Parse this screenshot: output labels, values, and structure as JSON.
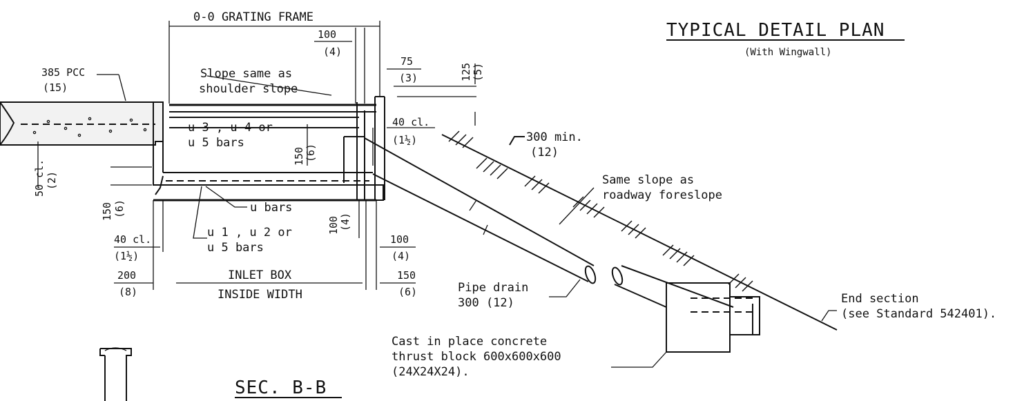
{
  "title": "TYPICAL DETAIL PLAN",
  "subtitle": "(With Wingwall)",
  "section_label": "SEC. B-B",
  "labels": {
    "grating_frame": "0-0 GRATING FRAME",
    "dim_100_top": "100",
    "dim_4_top": "(4)",
    "dim_75": "75",
    "dim_3": "(3)",
    "dim_125": "125",
    "dim_5": "(5)",
    "pcc_385": "385 PCC",
    "pcc_15": "(15)",
    "slope_same_1": "Slope same as",
    "slope_same_2": "shoulder slope",
    "u_bars_upper_1": "u 3 , u 4 or",
    "u_bars_upper_2": "u 5 bars",
    "dim_40cl_right": "40 cl.",
    "dim_1half_right": "(1½)",
    "dim_150_mid": "150",
    "dim_6_mid": "(6)",
    "dim_50cl": "50 cl.",
    "dim_2": "(2)",
    "dim_150_left": "150",
    "dim_6_left": "(6)",
    "u_bars": "u bars",
    "dim_100_mid": "100",
    "dim_4_mid": "(4)",
    "dim_40cl_left": "40 cl.",
    "dim_1half_left": "(1½)",
    "u_bars_lower_1": "u 1 , u 2 or",
    "u_bars_lower_2": "u 5 bars",
    "dim_100_right": "100",
    "dim_4_right": "(4)",
    "dim_200": "200",
    "dim_8": "(8)",
    "inlet_box": "INLET BOX",
    "inside_width": "INSIDE WIDTH",
    "dim_150_right": "150",
    "dim_6_right": "(6)",
    "min_300": "300 min.",
    "min_12": "(12)",
    "same_slope_1": "Same slope as",
    "same_slope_2": "roadway foreslope",
    "pipe_drain_1": "Pipe drain",
    "pipe_drain_2": "300 (12)",
    "end_section_1": "End section",
    "end_section_2": "(see Standard 542401).",
    "cast_1": "Cast in place concrete",
    "cast_2": "thrust block 600x600x600",
    "cast_3": "(24X24X24)."
  }
}
